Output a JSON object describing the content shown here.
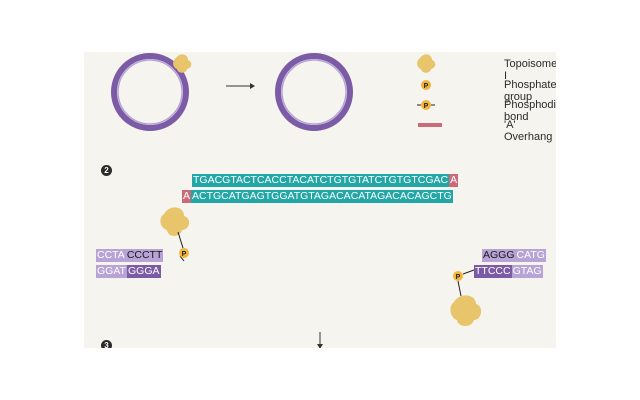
{
  "legend": {
    "topo_label": "Topoisomerase I",
    "phosphate_label": "Phosphate group",
    "phosphate_glyph": "P",
    "bond_label": "Phosphodiester bond",
    "overhang_label": "'A' Overhang"
  },
  "steps": {
    "two": "2",
    "three": "3"
  },
  "insert": {
    "top_teal": "TGACGTACTCACCTACATCTGTGTATCTGTGTCGAC",
    "top_overhang": "A",
    "bottom_overhang": "A",
    "bottom_teal": "ACTGCATGAGTGGATGTAGACACATAGACACAGCTG"
  },
  "left_vector": {
    "top_lav": "CCTA",
    "top_dark": "CCCTT",
    "bottom_lav": "GGAT",
    "bottom_dark": "GGGA"
  },
  "right_vector": {
    "top_dark": "AGGG",
    "top_lav": "CATG",
    "bottom_dark": "TTCCC",
    "bottom_lav": "GTAG"
  },
  "colors": {
    "insert": "#22a6a6",
    "overhang": "#cc6b78",
    "vector": "#7b5ba6",
    "topoisomerase": "#e8c46a",
    "phosphate": "#f2b53a"
  }
}
